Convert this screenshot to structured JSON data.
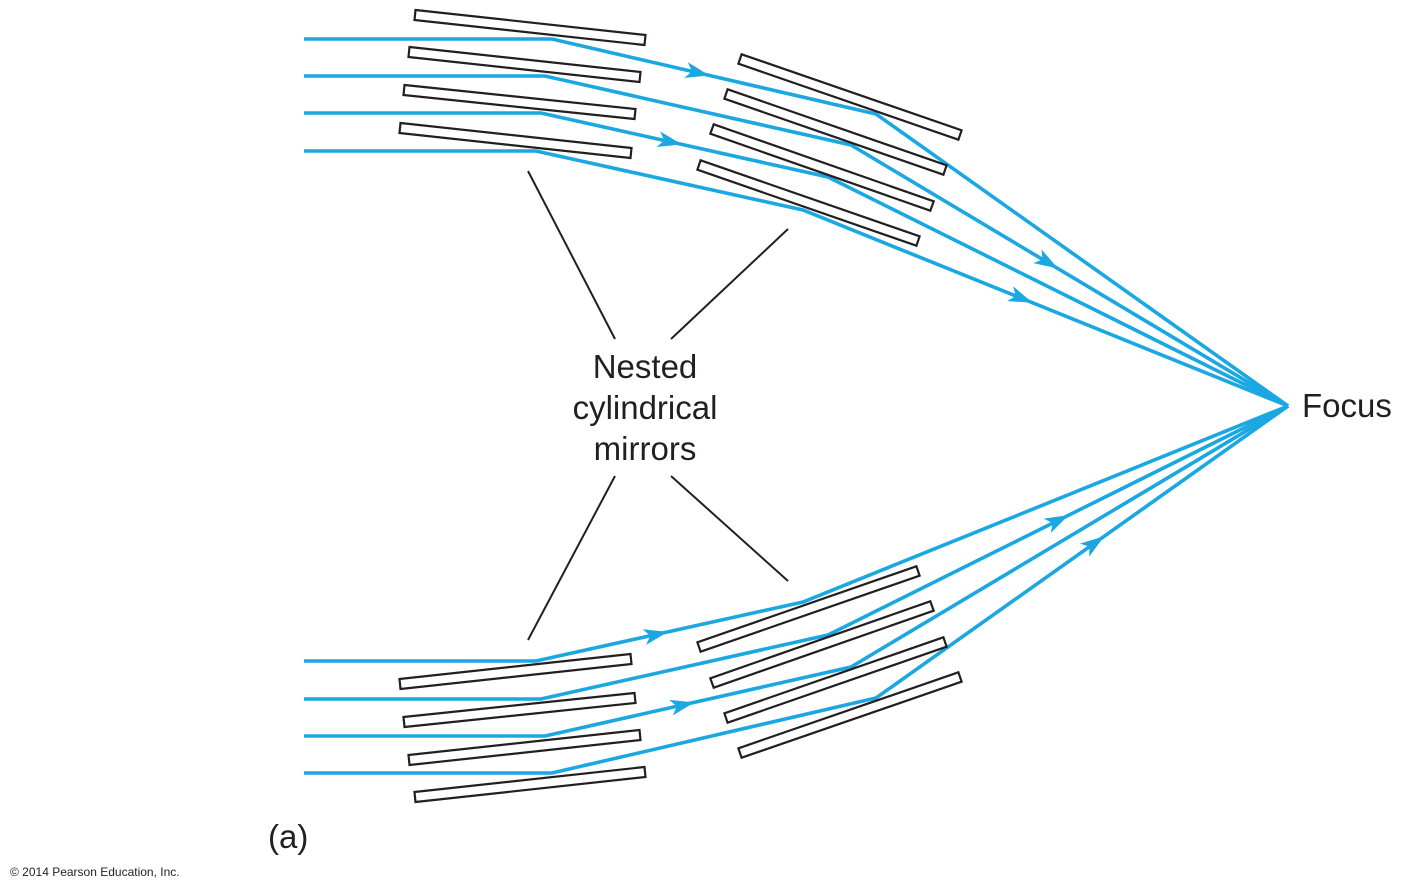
{
  "diagram": {
    "title": "Nested cylindrical mirrors focusing X-rays",
    "panel_label": "(a)",
    "mirror_label_lines": [
      "Nested",
      "cylindrical",
      "mirrors"
    ],
    "focus_label": "Focus",
    "copyright": "© 2014 Pearson Education, Inc.",
    "colors": {
      "ray": "#1aa7e2",
      "mirror_stroke": "#231f20",
      "text": "#231f20",
      "background": "#ffffff"
    },
    "ray_count_per_half": 4,
    "mirror_stages": 2,
    "mirrors_per_stage_per_half": 4
  }
}
